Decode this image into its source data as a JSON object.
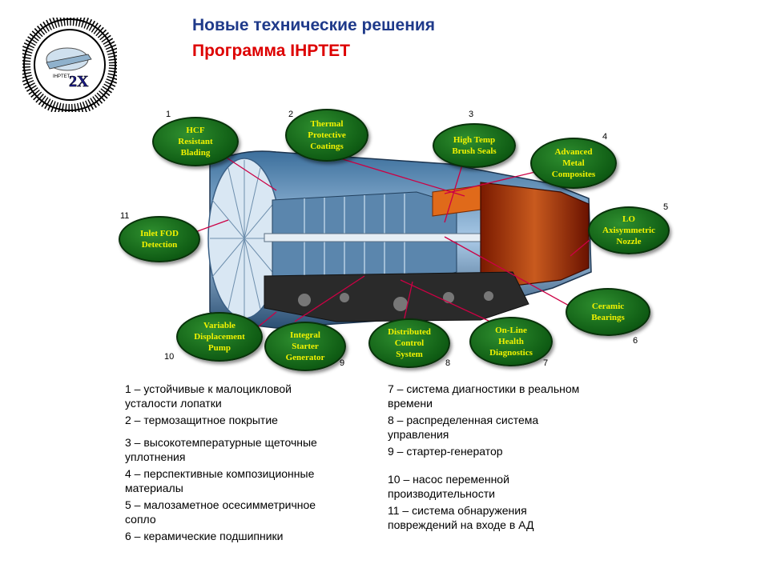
{
  "title": "Новые технические решения",
  "subtitle": "Программа IHPTET",
  "logo": {
    "text_top": "INTEGRATED HIGH PERFORMANCE TURBINE ENGINE TECHNOLOGY",
    "text_center": "IHPTET",
    "badge": "2X"
  },
  "callouts": [
    {
      "num": "1",
      "label": "HCF\nResistant\nBlading"
    },
    {
      "num": "2",
      "label": "Thermal\nProtective\nCoatings"
    },
    {
      "num": "3",
      "label": "High Temp\nBrush Seals"
    },
    {
      "num": "4",
      "label": "Advanced\nMetal\nComposites"
    },
    {
      "num": "5",
      "label": "LO\nAxisymmetric\nNozzle"
    },
    {
      "num": "6",
      "label": "Ceramic\nBearings"
    },
    {
      "num": "7",
      "label": "On-Line\nHealth\nDiagnostics"
    },
    {
      "num": "8",
      "label": "Distributed\nControl\nSystem"
    },
    {
      "num": "9",
      "label": "Integral\nStarter\nGenerator"
    },
    {
      "num": "10",
      "label": "Variable\nDisplacement\nPump"
    },
    {
      "num": "11",
      "label": "Inlet FOD\nDetection"
    }
  ],
  "legend_left": [
    "1 – устойчивые к малоцикловой\nусталости лопатки",
    "2 – термозащитное покрытие",
    "3 – высокотемпературные щеточные\nуплотнения",
    "4 – перспективные композиционные\nматериалы",
    "5 – малозаметное осесимметричное\nсопло",
    "6 – керамические подшипники"
  ],
  "legend_right": [
    "7 – система диагностики в реальном\nвремени",
    "8 – распределенная система\nуправления",
    "9 – стартер-генератор",
    "10 – насос переменной\nпроизводительности",
    "11 – система обнаружения\nповреждений на входе в АД"
  ],
  "colors": {
    "title": "#1f3a8a",
    "subtitle": "#dd0000",
    "bubble": "#0f5c14",
    "bubble_text": "#f2f200",
    "leader": "#cc0044"
  }
}
